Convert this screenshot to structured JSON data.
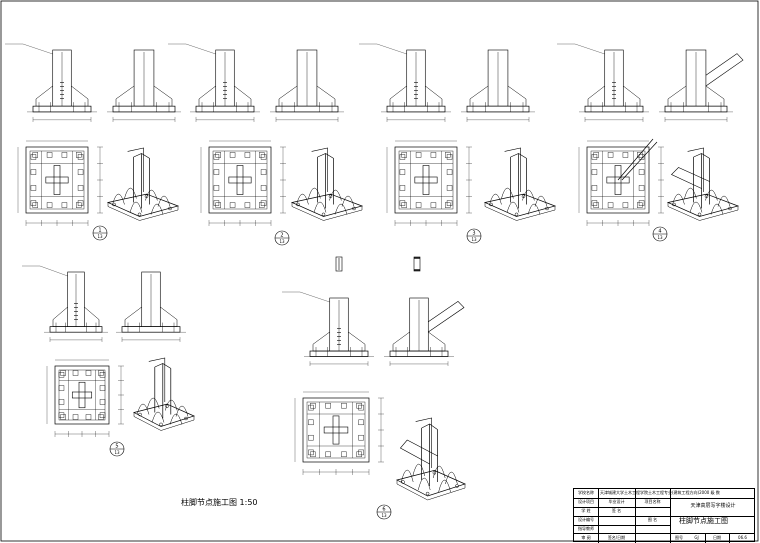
{
  "drawing_title": "柱脚节点施工图 1:50",
  "title_block": {
    "school_label": "学校名称",
    "school_value": "天津城建大学土木工程学院土木工程专业(建筑工程方向)2000 级 数",
    "design_label": "设计项目",
    "design_value1": "毕业设计",
    "design_value2": "项目名称",
    "project_name": "天津高层写字楼设计",
    "student_label": "学 姓",
    "checker_label": "设计编号",
    "drawing_label": "图 名",
    "drawing_name": "柱脚节点施工图",
    "advisor_label": "指导教师",
    "reviewer_label": "审 阅",
    "sheet_no_label": "图号",
    "sheet_no_value": "GJ",
    "date_label": "日期",
    "date_value": "06.6",
    "row3_col2": "签 名",
    "row5_col2": "签名/日期"
  },
  "detail_labels": [
    {
      "num": "1",
      "den": "13"
    },
    {
      "num": "2",
      "den": "13"
    },
    {
      "num": "3",
      "den": "13"
    },
    {
      "num": "4",
      "den": "13"
    },
    {
      "num": "5",
      "den": "13"
    },
    {
      "num": "6",
      "den": "13"
    }
  ]
}
